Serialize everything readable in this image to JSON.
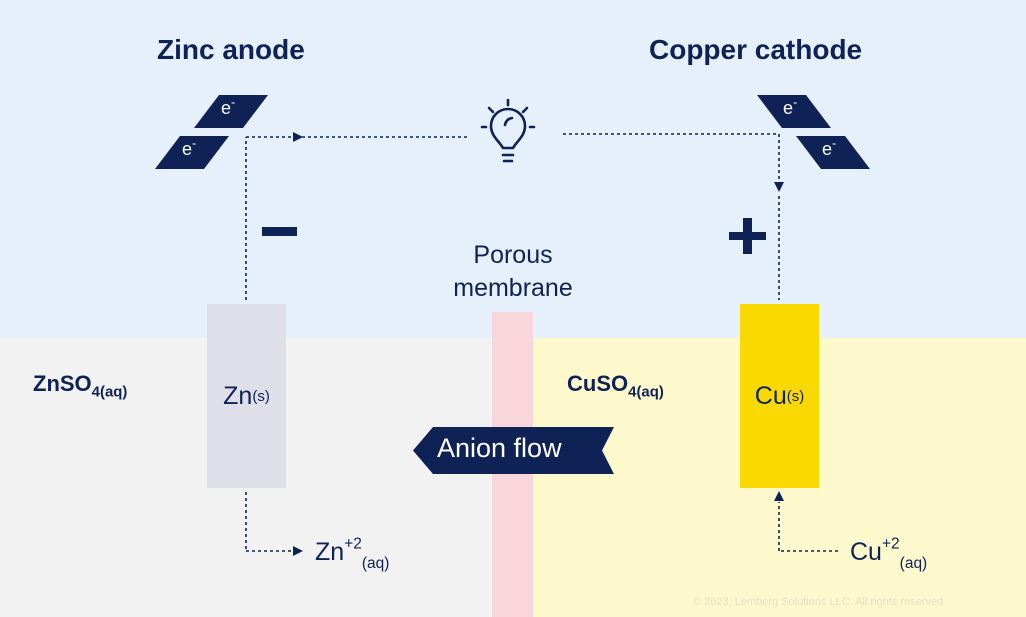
{
  "titles": {
    "anode": "Zinc anode",
    "cathode": "Copper cathode"
  },
  "electron_label": {
    "base": "e",
    "charge": "-"
  },
  "signs": {
    "anode": "−",
    "cathode": "+"
  },
  "membrane_label": {
    "line1": "Porous",
    "line2": "membrane"
  },
  "anode_electrode": {
    "symbol": "Zn",
    "state": "(s)",
    "color": "#dedfe9"
  },
  "cathode_electrode": {
    "symbol": "Cu",
    "state": "(s)",
    "color": "#f9d900"
  },
  "solutions": {
    "left": {
      "formula": "ZnSO",
      "sub": "4(aq)"
    },
    "right": {
      "formula": "CuSO",
      "sub": "4(aq)"
    }
  },
  "anion_flow": "Anion flow",
  "ions": {
    "zinc": {
      "base": "Zn",
      "charge": "+2",
      "state": "(aq)"
    },
    "copper": {
      "base": "Cu",
      "charge": "+2",
      "state": "(aq)"
    }
  },
  "icons": {
    "bulb": "lightbulb-icon"
  },
  "colors": {
    "navy": "#0f2256",
    "top_bg": "#e6f0fb",
    "left_bg": "#f2f2f2",
    "right_bg": "#fef8cd",
    "membrane": "#f8d6db"
  },
  "copyright": "© 2023, Lemberg Solutions LLC. All rights reserved"
}
